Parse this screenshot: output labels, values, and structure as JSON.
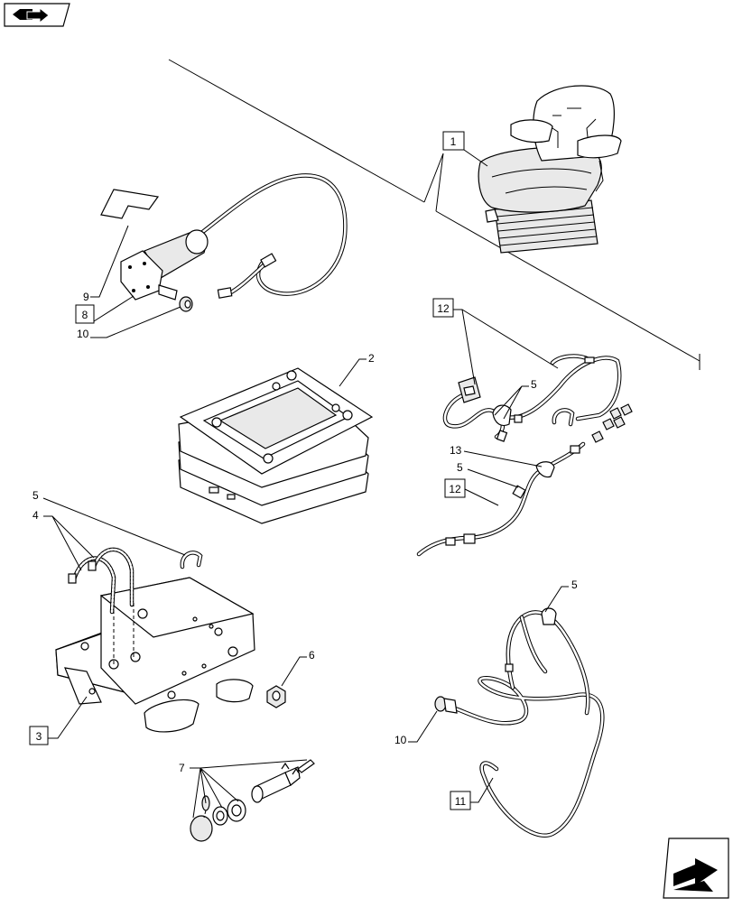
{
  "callouts": {
    "c1": "1",
    "c2": "2",
    "c3": "3",
    "c4": "4",
    "c5a": "5",
    "c5b": "5",
    "c5c": "5",
    "c5d": "5",
    "c6": "6",
    "c7": "7",
    "c8": "8",
    "c9": "9",
    "c10a": "10",
    "c10b": "10",
    "c11": "11",
    "c12a": "12",
    "c12b": "12",
    "c13": "13"
  },
  "icons": {
    "top_left": "book-arrow-icon",
    "bottom_right": "next-page-arrow-icon"
  }
}
